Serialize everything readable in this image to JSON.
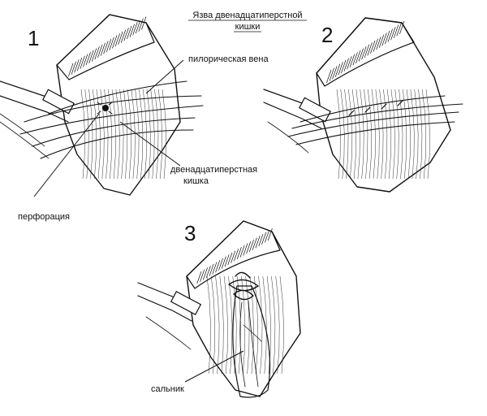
{
  "title": {
    "line1": "Язва двенадцатиперстной",
    "line2": "кишки"
  },
  "panels": [
    {
      "number": "1"
    },
    {
      "number": "2"
    },
    {
      "number": "3"
    }
  ],
  "labels": {
    "pyloric_vein": "пилорическая вена",
    "duodenum_line1": "двенадцатиперстная",
    "duodenum_line2": "кишка",
    "perforation": "перфорация",
    "omentum": "сальник"
  }
}
